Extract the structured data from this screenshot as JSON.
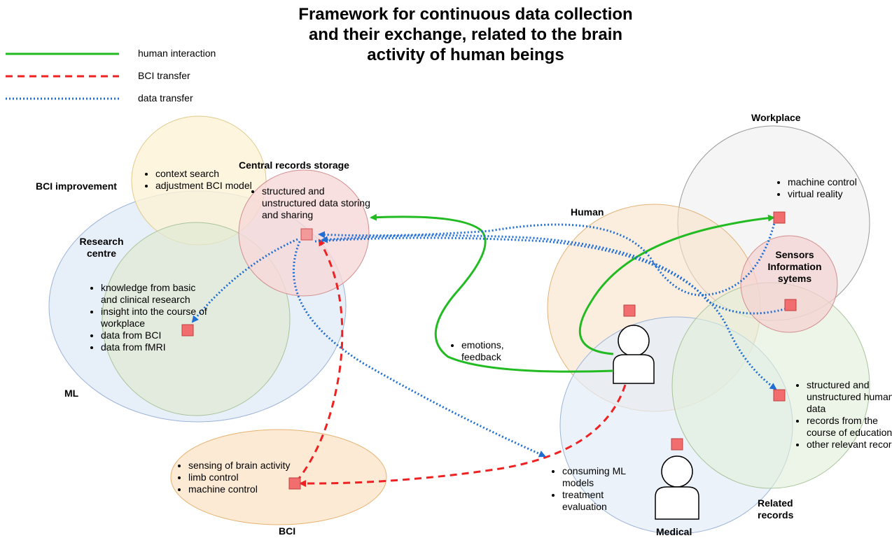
{
  "title": "Framework for continuous data collection and their exchange, related to the brain activity of human beings",
  "legend": [
    {
      "label": "human interaction",
      "color": "#22bb22",
      "style": "solid"
    },
    {
      "label": "BCI transfer",
      "color": "#ee2222",
      "style": "dashed"
    },
    {
      "label": "data transfer",
      "color": "#1f6ed4",
      "style": "dotted"
    }
  ],
  "colors": {
    "node": "#f26d6d",
    "bci_improvement": "#fdf3d6",
    "central_storage": "#f7d8d8",
    "research": "#dfe9d3",
    "ml": "#e3ecf8",
    "bci": "#fce6cc",
    "human": "#fae3c9",
    "medical": "#e3ecf8",
    "related": "#e1eed8",
    "workplace": "#f2f2f2",
    "sensors": "#f5d2d2"
  },
  "regions": {
    "bci_improvement": {
      "label": "BCI improvement",
      "items": [
        "context search",
        "adjustment BCI model"
      ]
    },
    "central_storage": {
      "label": "Central records storage",
      "items": [
        "structured and unstructured data storing and sharing"
      ]
    },
    "research_centre": {
      "label": "Research centre",
      "items": [
        "knowledge from basic and clinical research",
        "insight into the course of workplace",
        "data from BCI",
        "data from fMRI"
      ]
    },
    "ml": {
      "label": "ML"
    },
    "bci": {
      "label": "BCI",
      "items": [
        "sensing of brain activity",
        "limb control",
        "machine control"
      ]
    },
    "human": {
      "label": "Human",
      "items": [
        "emotions, feedback"
      ]
    },
    "workplace": {
      "label": "Workplace",
      "items": [
        "machine control",
        "virtual reality"
      ]
    },
    "sensors": {
      "label": "Sensors Information sytems"
    },
    "related_records": {
      "label": "Related records",
      "items": [
        "structured and unstructured human data",
        "records from the course of education",
        "other relevant records"
      ]
    },
    "medical": {
      "label": "Medical",
      "items": [
        "consuming ML models",
        "treatment evaluation"
      ]
    }
  }
}
